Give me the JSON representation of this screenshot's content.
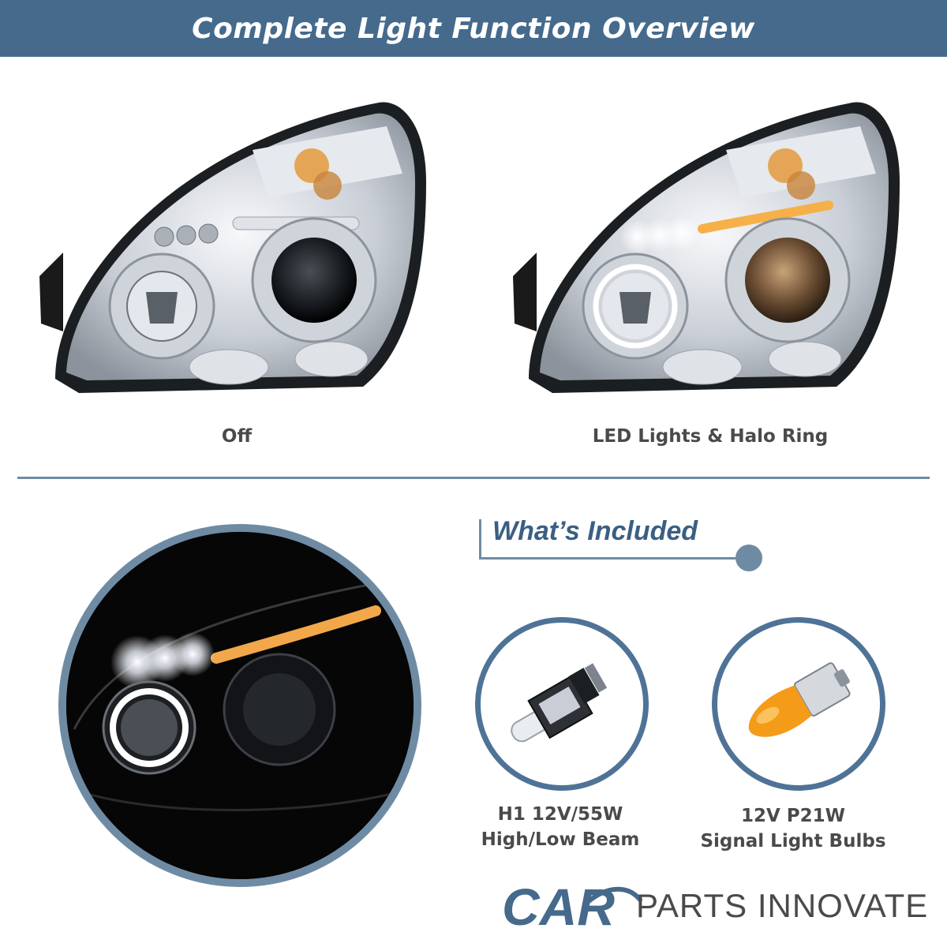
{
  "banner": {
    "title": "Complete Light Function Overview"
  },
  "views": [
    {
      "caption": "Off"
    },
    {
      "caption": "LED Lights & Halo Ring"
    }
  ],
  "included": {
    "title": "What’s Included",
    "items": [
      {
        "line1": "H1 12V/55W",
        "line2": "High/Low Beam",
        "icon": "h1-halogen-bulb"
      },
      {
        "line1": "12V P21W",
        "line2": "Signal Light Bulbs",
        "icon": "amber-signal-bulb"
      }
    ]
  },
  "brand": {
    "mark": "CAR",
    "name": "PARTS INNOVATE",
    "colors": {
      "accent": "#456a8c",
      "divider": "#6f8ba4",
      "amber": "#f59b1a"
    }
  }
}
